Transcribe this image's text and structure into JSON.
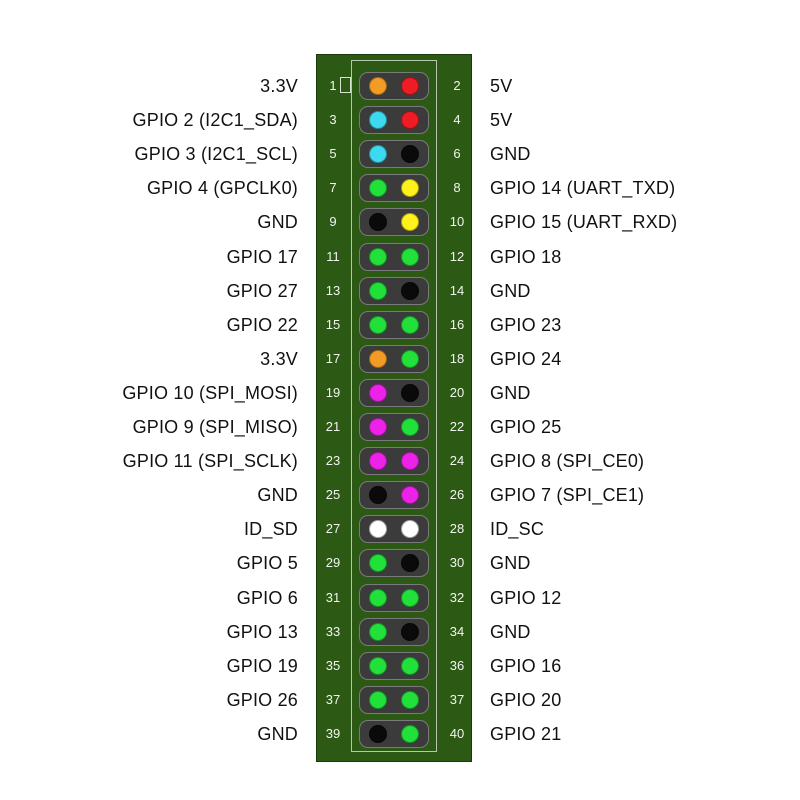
{
  "colors": {
    "power_3v3": "#f39c25",
    "power_5v": "#ee1c24",
    "i2c": "#3cd9f0",
    "ground": "#0a0a0a",
    "gpio": "#22e03a",
    "uart": "#fff21c",
    "spi": "#ec22e8",
    "id_eeprom": "#ffffff",
    "board": "#2c5a15"
  },
  "pins": [
    {
      "left_label": "3.3V",
      "left_num": "1",
      "left_type": "power_3v3",
      "right_label": "5V",
      "right_num": "2",
      "right_type": "power_5v"
    },
    {
      "left_label": "GPIO 2 (I2C1_SDA)",
      "left_num": "3",
      "left_type": "i2c",
      "right_label": "5V",
      "right_num": "4",
      "right_type": "power_5v"
    },
    {
      "left_label": "GPIO 3 (I2C1_SCL)",
      "left_num": "5",
      "left_type": "i2c",
      "right_label": "GND",
      "right_num": "6",
      "right_type": "ground"
    },
    {
      "left_label": "GPIO 4 (GPCLK0)",
      "left_num": "7",
      "left_type": "gpio",
      "right_label": "GPIO 14 (UART_TXD)",
      "right_num": "8",
      "right_type": "uart"
    },
    {
      "left_label": "GND",
      "left_num": "9",
      "left_type": "ground",
      "right_label": "GPIO 15 (UART_RXD)",
      "right_num": "10",
      "right_type": "uart"
    },
    {
      "left_label": "GPIO 17",
      "left_num": "11",
      "left_type": "gpio",
      "right_label": "GPIO 18",
      "right_num": "12",
      "right_type": "gpio"
    },
    {
      "left_label": "GPIO 27",
      "left_num": "13",
      "left_type": "gpio",
      "right_label": "GND",
      "right_num": "14",
      "right_type": "ground"
    },
    {
      "left_label": "GPIO 22",
      "left_num": "15",
      "left_type": "gpio",
      "right_label": "GPIO 23",
      "right_num": "16",
      "right_type": "gpio"
    },
    {
      "left_label": "3.3V",
      "left_num": "17",
      "left_type": "power_3v3",
      "right_label": "GPIO 24",
      "right_num": "18",
      "right_type": "gpio"
    },
    {
      "left_label": "GPIO 10 (SPI_MOSI)",
      "left_num": "19",
      "left_type": "spi",
      "right_label": "GND",
      "right_num": "20",
      "right_type": "ground"
    },
    {
      "left_label": "GPIO 9 (SPI_MISO)",
      "left_num": "21",
      "left_type": "spi",
      "right_label": "GPIO 25",
      "right_num": "22",
      "right_type": "gpio"
    },
    {
      "left_label": "GPIO 11 (SPI_SCLK)",
      "left_num": "23",
      "left_type": "spi",
      "right_label": "GPIO 8 (SPI_CE0)",
      "right_num": "24",
      "right_type": "spi"
    },
    {
      "left_label": "GND",
      "left_num": "25",
      "left_type": "ground",
      "right_label": "GPIO 7 (SPI_CE1)",
      "right_num": "26",
      "right_type": "spi"
    },
    {
      "left_label": "ID_SD",
      "left_num": "27",
      "left_type": "id_eeprom",
      "right_label": "ID_SC",
      "right_num": "28",
      "right_type": "id_eeprom"
    },
    {
      "left_label": "GPIO 5",
      "left_num": "29",
      "left_type": "gpio",
      "right_label": "GND",
      "right_num": "30",
      "right_type": "ground"
    },
    {
      "left_label": "GPIO 6",
      "left_num": "31",
      "left_type": "gpio",
      "right_label": "GPIO 12",
      "right_num": "32",
      "right_type": "gpio"
    },
    {
      "left_label": "GPIO 13",
      "left_num": "33",
      "left_type": "gpio",
      "right_label": "GND",
      "right_num": "34",
      "right_type": "ground"
    },
    {
      "left_label": "GPIO 19",
      "left_num": "35",
      "left_type": "gpio",
      "right_label": "GPIO 16",
      "right_num": "36",
      "right_type": "gpio"
    },
    {
      "left_label": "GPIO 26",
      "left_num": "37",
      "left_type": "gpio",
      "right_label": "GPIO 20",
      "right_num": "37",
      "right_type": "gpio"
    },
    {
      "left_label": "GND",
      "left_num": "39",
      "left_type": "ground",
      "right_label": "GPIO 21",
      "right_num": "40",
      "right_type": "gpio"
    }
  ]
}
